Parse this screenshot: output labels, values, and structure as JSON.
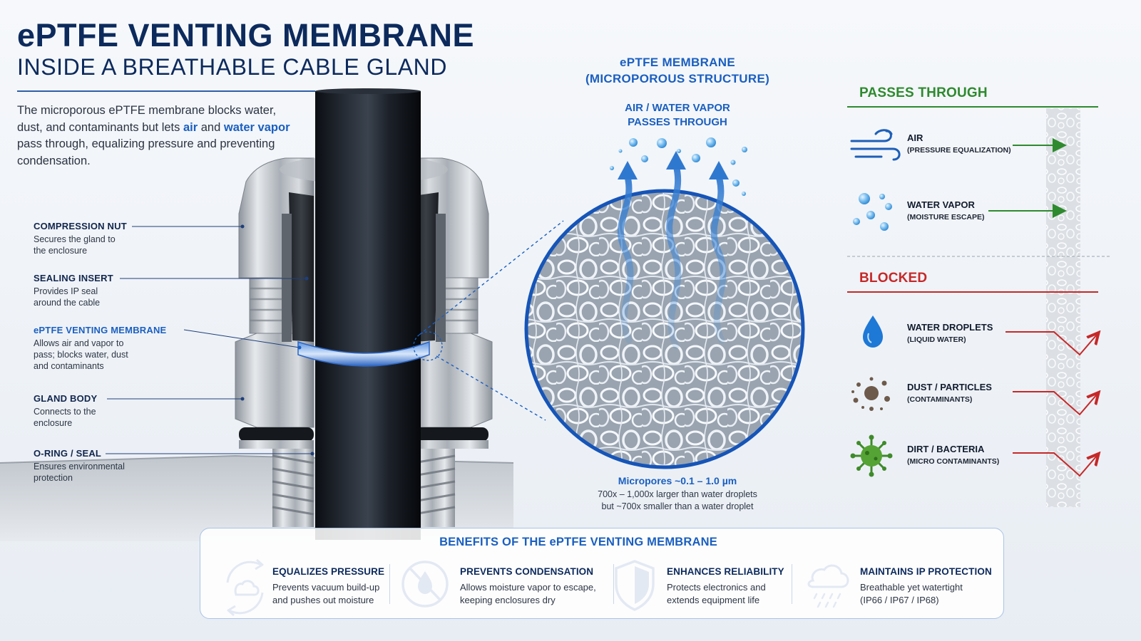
{
  "header": {
    "title": "ePTFE VENTING MEMBRANE",
    "subtitle": "INSIDE A BREATHABLE CABLE GLAND",
    "intro": {
      "part1": "The microporous ePTFE membrane blocks water, dust, and contaminants but lets ",
      "air": "air",
      "and": " and ",
      "water_vapor": "water vapor",
      "part2": " pass through, equalizing pressure and preventing condensation."
    }
  },
  "gland_labels": [
    {
      "title": "COMPRESSION NUT",
      "desc": "Secures the gland to the enclosure"
    },
    {
      "title": "SEALING INSERT",
      "desc": "Provides IP seal around the cable"
    },
    {
      "title": "ePTFE VENTING MEMBRANE",
      "desc": "Allows air and vapor to pass; blocks water, dust and contaminants"
    },
    {
      "title": "GLAND BODY",
      "desc": "Connects to the enclosure"
    },
    {
      "title": "O-RING / SEAL",
      "desc": "Ensures environmental protection"
    }
  ],
  "membrane": {
    "heading_line1": "ePTFE MEMBRANE",
    "heading_line2": "(MICROPOROUS STRUCTURE)",
    "flow_line1": "AIR / WATER VAPOR",
    "flow_line2": "PASSES THROUGH",
    "pore_title": "Micropores ~0.1 – 1.0 µm",
    "pore_line1": "700x – 1,000x larger than water droplets",
    "pore_line2": "but ~700x smaller than a water droplet"
  },
  "passes": {
    "heading": "PASSES THROUGH",
    "items": [
      {
        "name": "AIR",
        "sub": "(PRESSURE EQUALIZATION)",
        "icon": "wind-icon"
      },
      {
        "name": "WATER VAPOR",
        "sub": "(MOISTURE ESCAPE)",
        "icon": "vapor-bubbles-icon"
      }
    ]
  },
  "blocked": {
    "heading": "BLOCKED",
    "items": [
      {
        "name": "WATER DROPLETS",
        "sub": "(LIQUID WATER)",
        "icon": "water-drop-icon"
      },
      {
        "name": "DUST / PARTICLES",
        "sub": "(CONTAMINANTS)",
        "icon": "dust-icon"
      },
      {
        "name": "DIRT / BACTERIA",
        "sub": "(MICRO CONTAMINANTS)",
        "icon": "bacteria-icon"
      }
    ]
  },
  "benefits": {
    "heading": "BENEFITS OF THE ePTFE VENTING MEMBRANE",
    "items": [
      {
        "title": "EQUALIZES PRESSURE",
        "desc": "Prevents vacuum build-up and pushes out moisture",
        "icon": "cloud-cycle-icon"
      },
      {
        "title": "PREVENTS CONDENSATION",
        "desc": "Allows moisture vapor to escape, keeping enclosures dry",
        "icon": "no-water-icon"
      },
      {
        "title": "ENHANCES RELIABILITY",
        "desc": "Protects electronics and extends equipment life",
        "icon": "shield-icon"
      },
      {
        "title": "MAINTAINS IP PROTECTION",
        "desc": "Breathable yet watertight (IP66 / IP67 / IP68)",
        "icon": "rain-cloud-icon"
      }
    ]
  },
  "colors": {
    "navy": "#0c2a5c",
    "accent_blue": "#1a5fc0",
    "pass_green": "#2e8a2e",
    "block_red": "#c62828"
  }
}
